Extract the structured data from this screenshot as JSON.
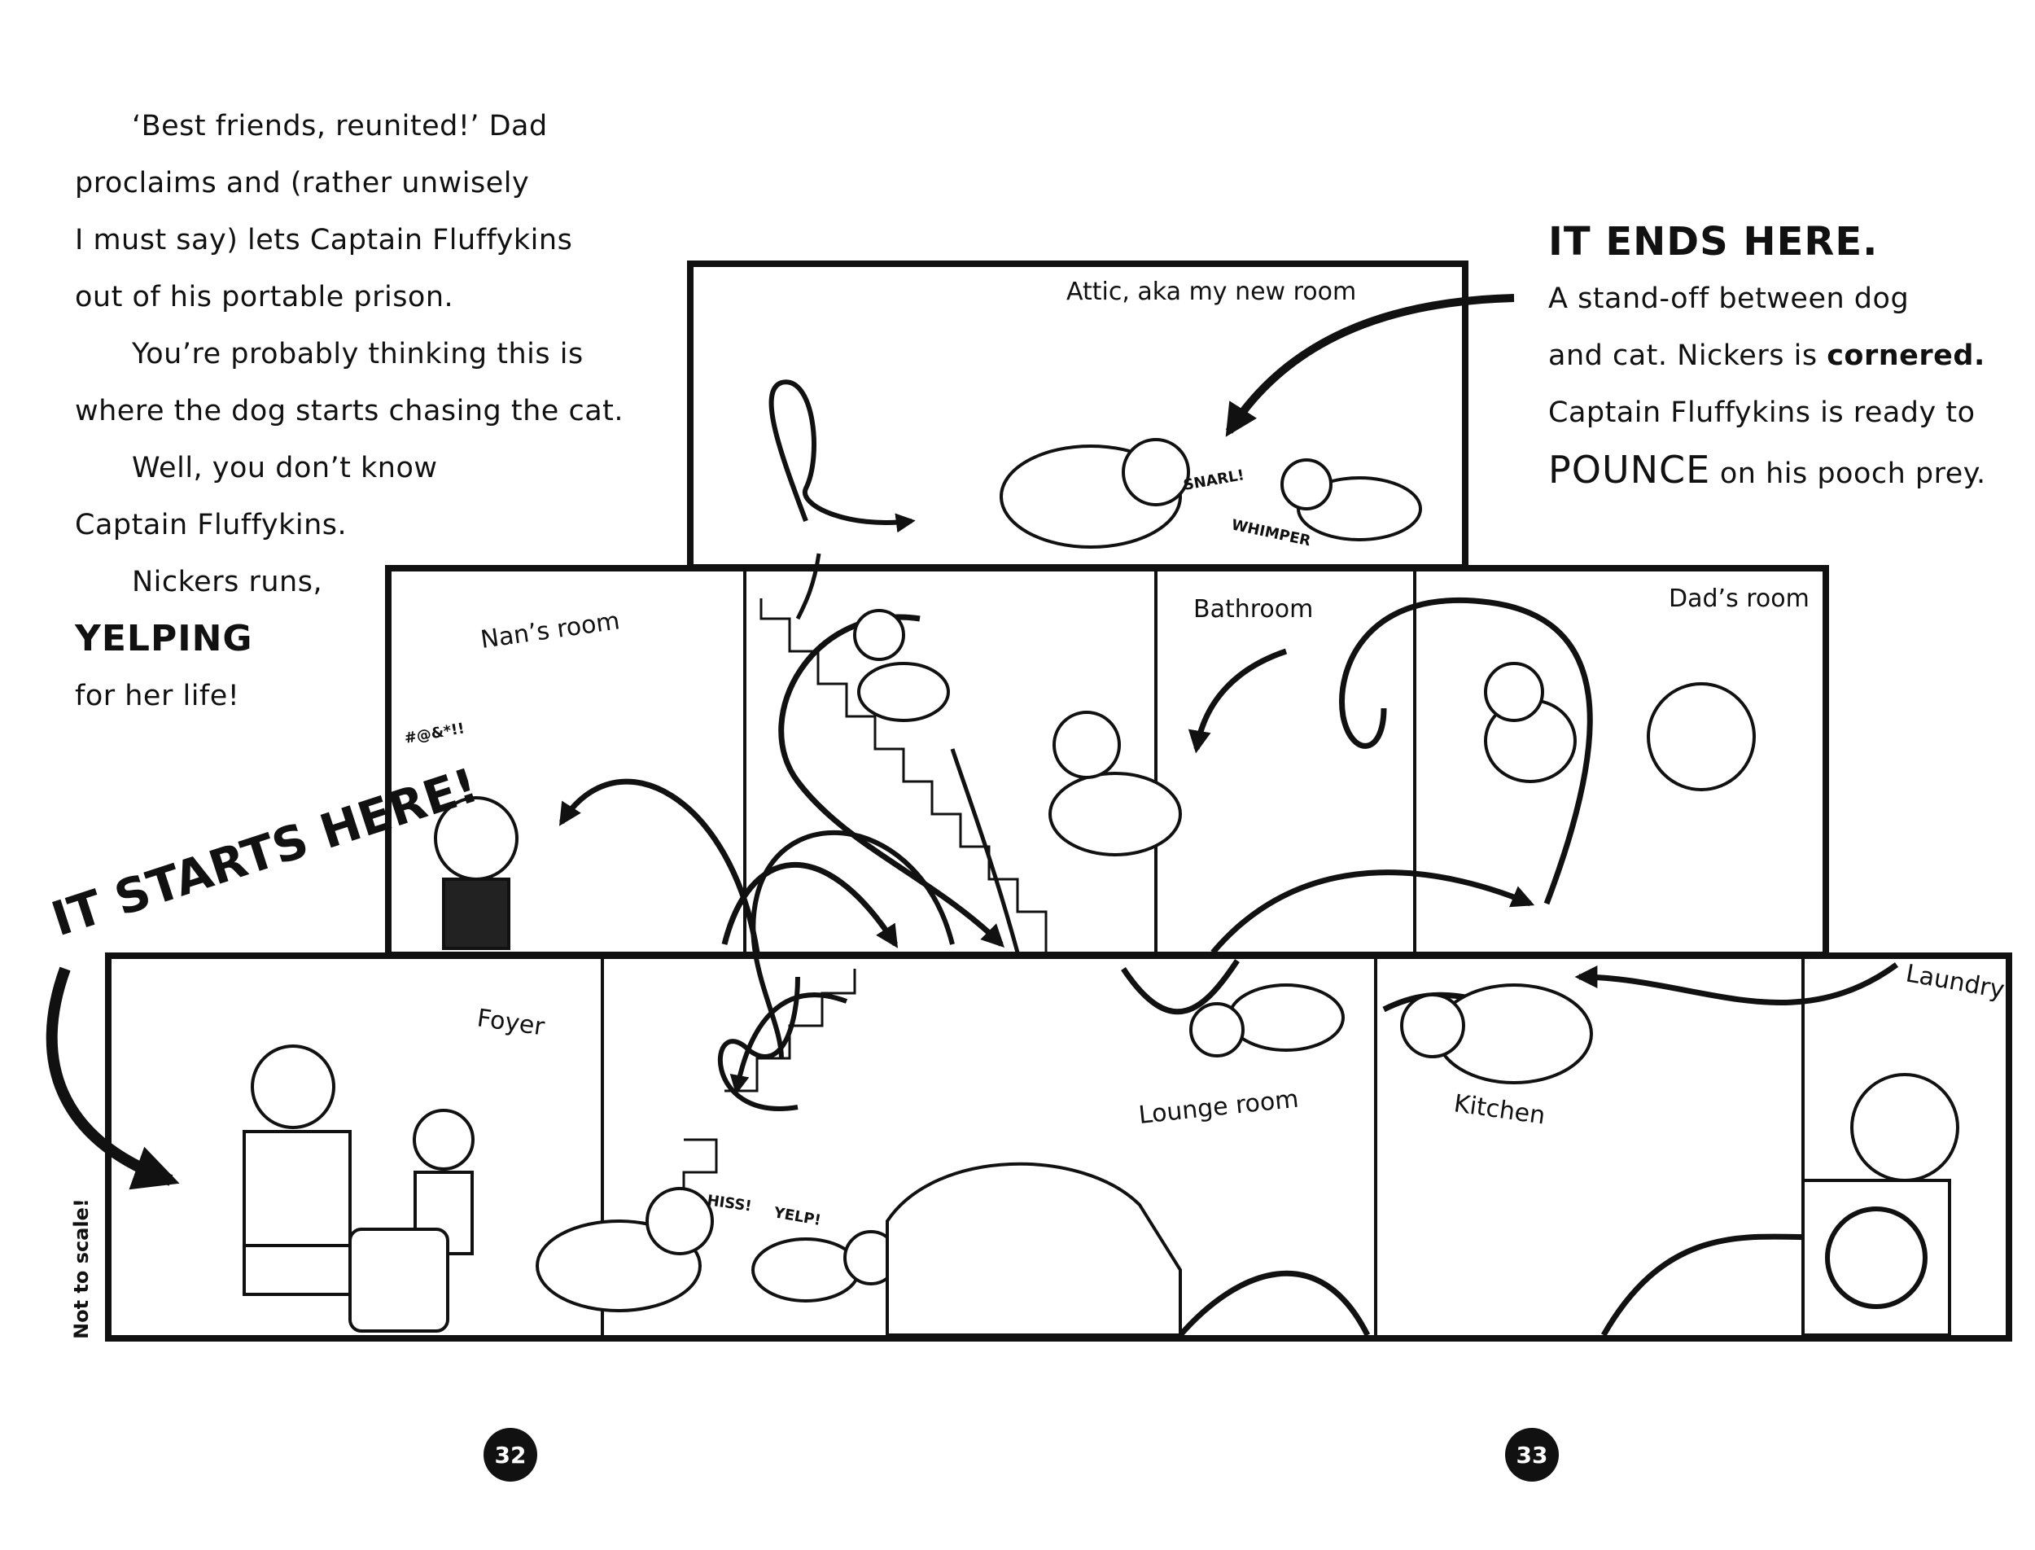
{
  "left_text": {
    "line1": "‘Best friends, reunited!’ Dad",
    "line2": "proclaims and (rather unwisely",
    "line3": "I must say) lets Captain Fluffykins",
    "line4": "out of his portable prison.",
    "line5": "You’re probably thinking this is",
    "line6": "where the dog starts chasing the cat.",
    "line7": "Well, you don’t know",
    "line8": "Captain Fluffykins.",
    "line9": "Nickers runs,",
    "line10": "YELPING",
    "line11": "for her life!"
  },
  "right_text": {
    "heading": "IT ENDS HERE.",
    "line1": "A stand-off between dog",
    "line2_a": "and cat. Nickers is ",
    "line2_b": "cornered.",
    "line3": "Captain Fluffykins is ready to",
    "line4_a": "POUNCE",
    "line4_b": " on his pooch prey."
  },
  "callouts": {
    "start": "IT STARTS HERE!",
    "scale_note": "Not to scale!"
  },
  "rooms": {
    "attic": "Attic, aka my new room",
    "nans_room": "Nan’s room",
    "bathroom": "Bathroom",
    "dads_room": "Dad’s room",
    "foyer": "Foyer",
    "lounge": "Lounge room",
    "kitchen": "Kitchen",
    "laundry": "Laundry"
  },
  "sound_effects": {
    "snarl": "SNARL!",
    "whimper": "WHIMPER",
    "nan_swear": "#@&*!!",
    "hiss": "HISS!",
    "yelp": "YELP!"
  },
  "page_numbers": {
    "left": "32",
    "right": "33"
  }
}
